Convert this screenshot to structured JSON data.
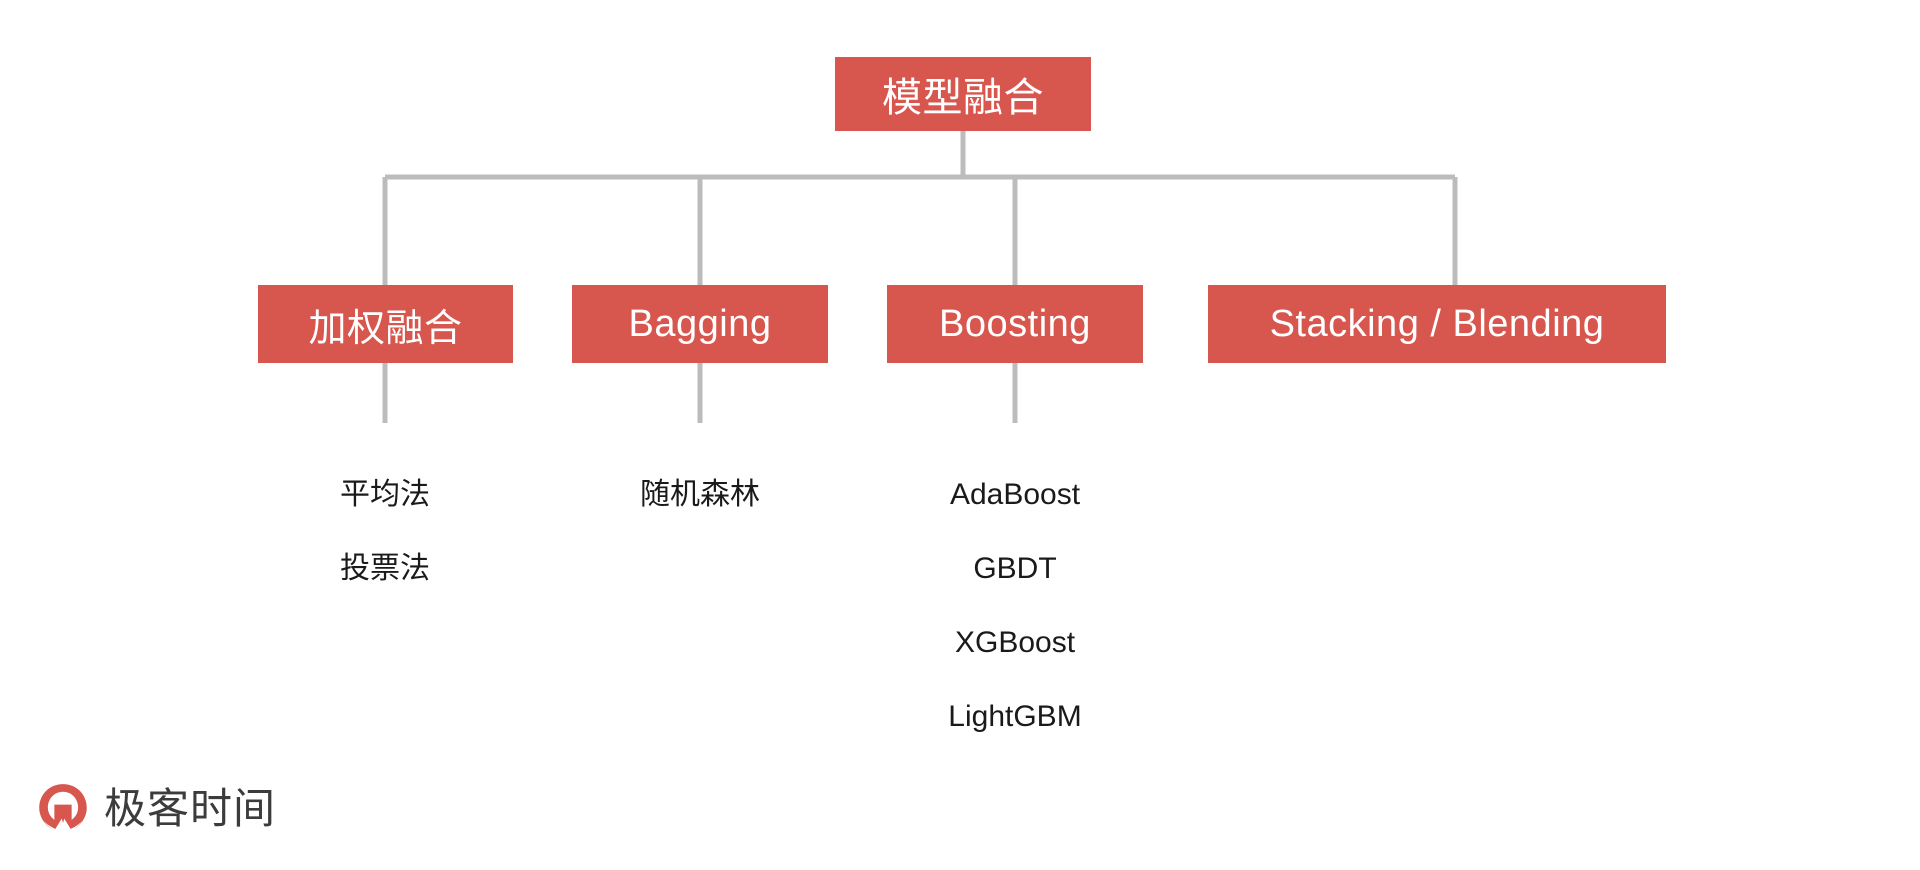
{
  "diagram": {
    "type": "tree",
    "title": "模型融合",
    "root": {
      "label": "模型融合"
    },
    "branches": [
      {
        "label": "加权融合",
        "leaves": [
          "平均法",
          "投票法"
        ]
      },
      {
        "label": "Bagging",
        "leaves": [
          "随机森林"
        ]
      },
      {
        "label": "Boosting",
        "leaves": [
          "AdaBoost",
          "GBDT",
          "XGBoost",
          "LightGBM"
        ]
      },
      {
        "label": "Stacking / Blending",
        "leaves": []
      }
    ]
  },
  "branch_labels": {
    "b0": "加权融合",
    "b1": "Bagging",
    "b2": "Boosting",
    "b3": "Stacking / Blending"
  },
  "leaves": {
    "b0_0": "平均法",
    "b0_1": "投票法",
    "b1_0": "随机森林",
    "b2_0": "AdaBoost",
    "b2_1": "GBDT",
    "b2_2": "XGBoost",
    "b2_3": "LightGBM"
  },
  "brand": {
    "name": "极客时间",
    "mark": "geektime-logo-icon"
  },
  "colors": {
    "node_red": "#d7564e",
    "node_text": "#ffffff",
    "leaf_text": "#1a1a1a",
    "connector_gray": "#bcbcbc",
    "background": "#ffffff",
    "brand_red": "#d7564e",
    "brand_text": "#3c3c3c"
  },
  "icons": {
    "root_connector": "tree-connector-icon",
    "branch_connector": "tree-connector-icon"
  }
}
